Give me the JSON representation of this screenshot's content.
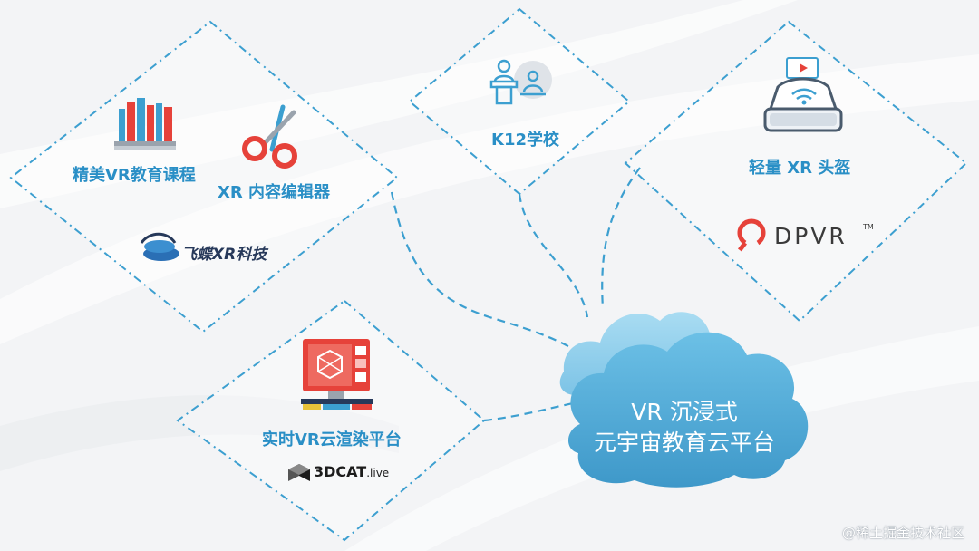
{
  "cloud": {
    "line1": "VR 沉浸式",
    "line2": "元宇宙教育云平台",
    "color": "#5bb3dc"
  },
  "nodes": {
    "courses_label": "精美VR教育课程",
    "editor_label": "XR 内容编辑器",
    "feidie_logo": "飞蝶XR科技",
    "k12_label": "K12学校",
    "headset_label": "轻量 XR 头盔",
    "dpvr_logo": "DPVR",
    "dpvr_tm": "TM",
    "render_label": "实时VR云渲染平台",
    "cat_logo_main": "3DCAT",
    "cat_logo_suffix": ".live"
  },
  "watermark": "@稀土掘金技术社区",
  "colors": {
    "dash": "#3c9fd0",
    "accent_blue": "#2a8fc6",
    "red": "#e6423a",
    "dark_navy": "#27395a"
  }
}
